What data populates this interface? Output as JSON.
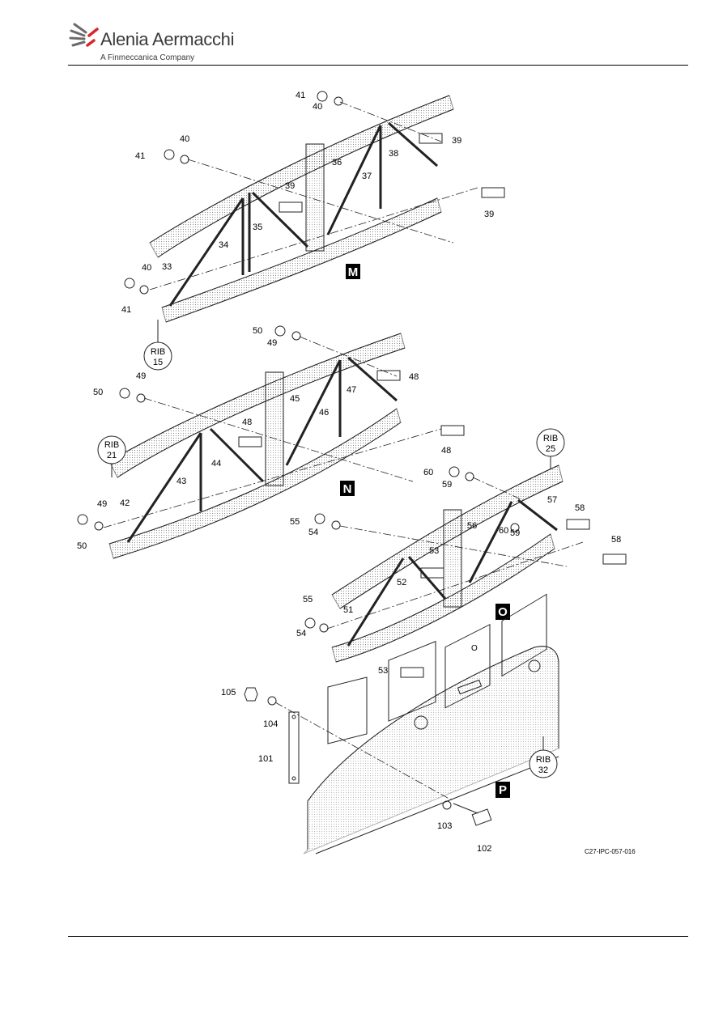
{
  "header": {
    "brand": "Alenia Aermacchi",
    "subtitle": "A Finmeccanica Company"
  },
  "figure": {
    "reference": "C27-IPC-057-016",
    "views": [
      "M",
      "N",
      "O",
      "P"
    ],
    "ribs": [
      {
        "line1": "RIB",
        "line2": "15"
      },
      {
        "line1": "RIB",
        "line2": "21"
      },
      {
        "line1": "RIB",
        "line2": "25"
      },
      {
        "line1": "RIB",
        "line2": "32"
      }
    ]
  },
  "colors": {
    "accent_red": "#d8262b",
    "line": "#222222",
    "text": "#000000"
  }
}
